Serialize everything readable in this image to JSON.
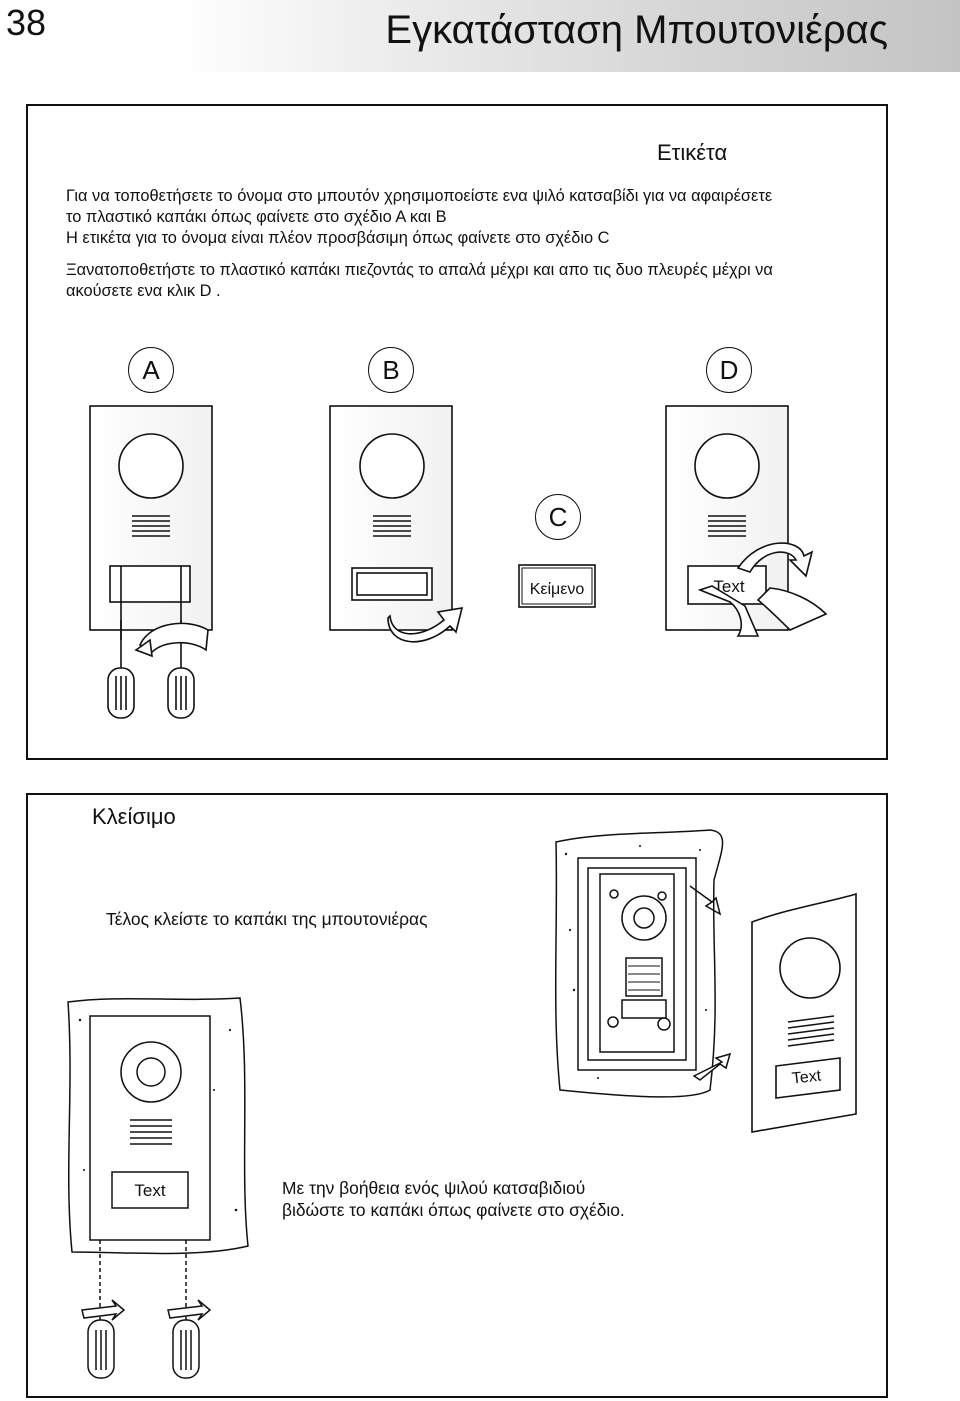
{
  "page": {
    "number": "38",
    "title": "Εγκατάσταση Μπουτονιέρας"
  },
  "label_section": {
    "heading": "Ετικέτα",
    "lines": [
      "Για να τοποθετήσετε το όνομα στο μπουτόν χρησιμοποείστε ενα ψιλό κατσαβίδι  για να αφαιρέσετε",
      "το πλαστικό καπάκι όπως φαίνετε στο σχέδιο  Α και Β",
      "Η ετικέτα για το όνομα είναι πλέον προσβάσιμη όπως φαίνετε στο σχέδιο C",
      "Ξανατοποθετήστε το πλαστικό καπάκι πιεζοντάς το απαλά μέχρι και απο τις δυο πλευρές μέχρι να",
      "ακούσετε ενα κλικ D ."
    ],
    "diagram_labels": {
      "a": "A",
      "b": "B",
      "c": "C",
      "d": "D"
    },
    "nameplate_c_text": "Κείμενο",
    "nameplate_d_text": "Text"
  },
  "close_section": {
    "heading": "Κλείσιμο",
    "final_text": "Τέλος κλείστε το καπάκι της μπουτονιέρας",
    "screw_text_line1": "Με την βοήθεια ενός ψιλού κατσαβιδιού",
    "screw_text_line2": "βιδώστε το καπάκι όπως φαίνετε στο σχέδιο.",
    "nameplate_left_text": "Text",
    "nameplate_right_text": "Text"
  }
}
